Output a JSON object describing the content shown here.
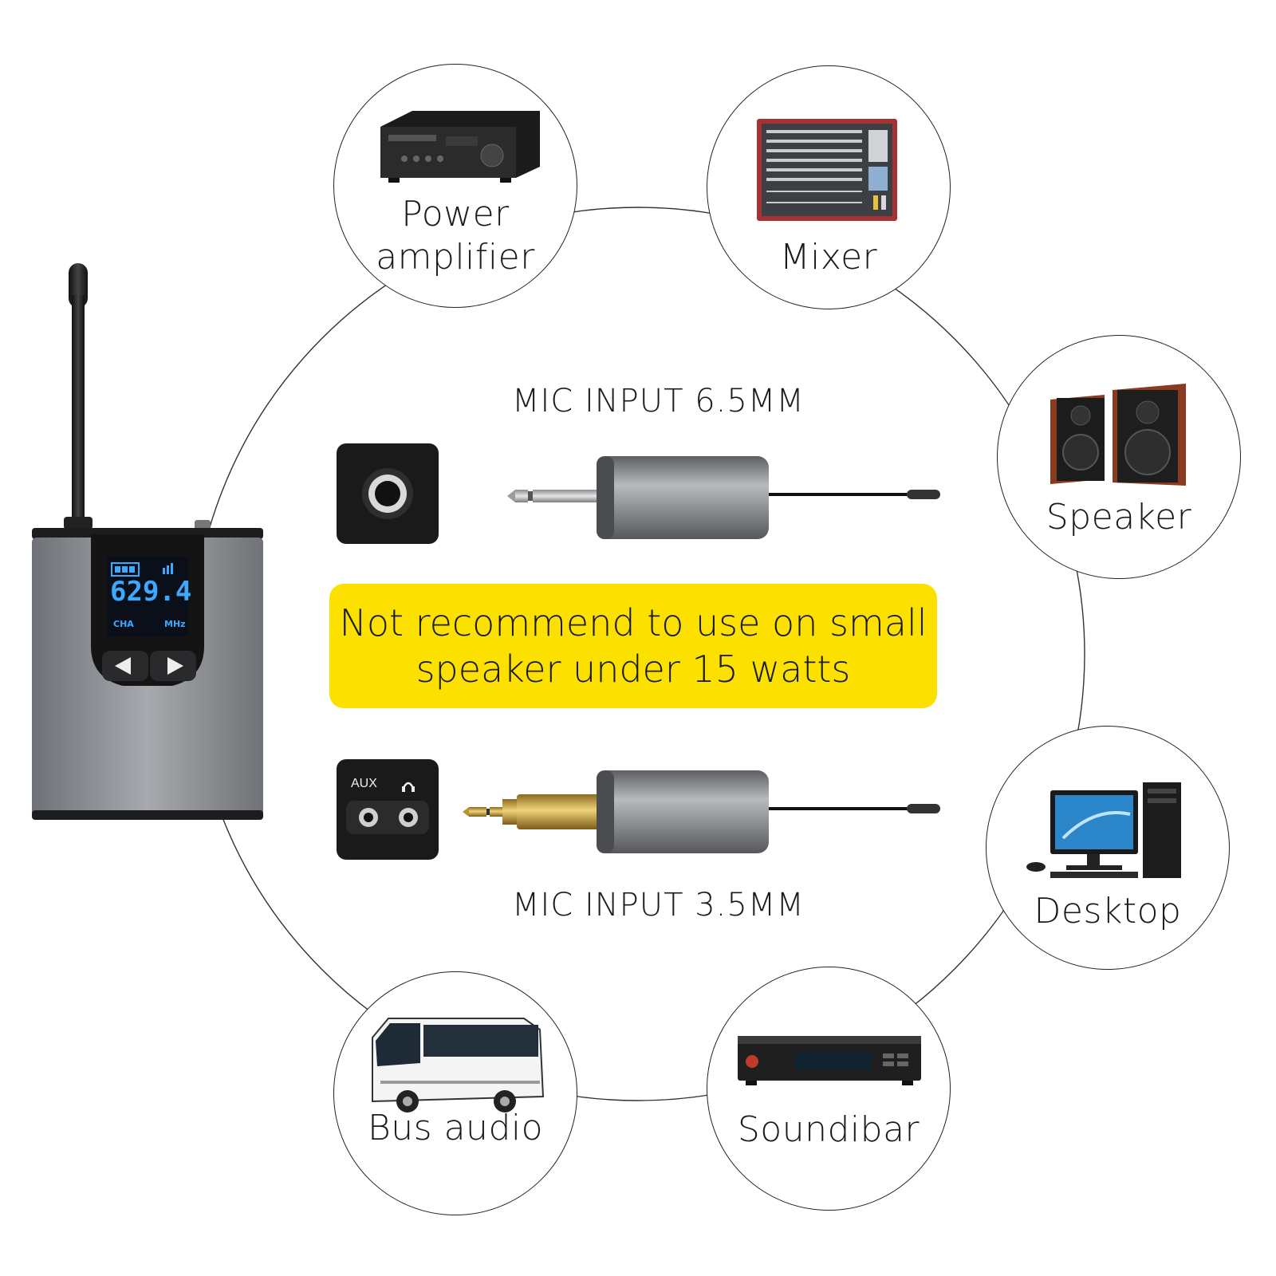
{
  "devices": [
    {
      "id": "power-amplifier",
      "label_lines": [
        "Power",
        "amplifier"
      ],
      "icon": "amplifier-icon"
    },
    {
      "id": "mixer",
      "label_lines": [
        "Mixer"
      ],
      "icon": "mixer-icon"
    },
    {
      "id": "speaker",
      "label_lines": [
        "Speaker"
      ],
      "icon": "speaker-icon"
    },
    {
      "id": "desktop",
      "label_lines": [
        "Desktop"
      ],
      "icon": "desktop-icon"
    },
    {
      "id": "soundbar",
      "label_lines": [
        "Soundibar"
      ],
      "icon": "soundbar-icon"
    },
    {
      "id": "bus-audio",
      "label_lines": [
        "Bus audio"
      ],
      "icon": "bus-icon"
    }
  ],
  "inputs": {
    "mic_65": "MIC INPUT 6.5MM",
    "mic_35": "MIC INPUT 3.5MM"
  },
  "warning": {
    "line1": "Not recommend to use on small",
    "line2": "speaker under 15 watts"
  },
  "port_labels": {
    "aux": "AUX"
  },
  "transmitter_screen": {
    "digits": "629.4",
    "left_label": "CHA",
    "right_label": "MHz"
  },
  "colors": {
    "warning_bg": "#fce100",
    "lcd_text": "#3ea8ff",
    "body_gray": "#8a8d91"
  }
}
